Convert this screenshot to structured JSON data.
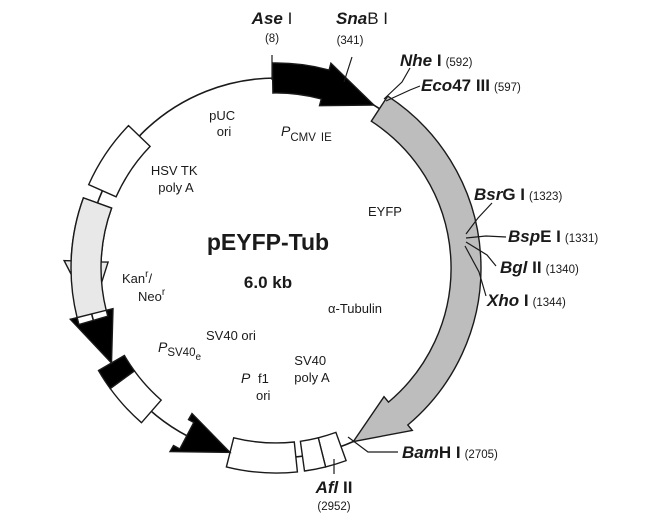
{
  "plasmid": {
    "name": "pEYFP-Tub",
    "size": "6.0 kb"
  },
  "colors": {
    "black": "#000000",
    "gray": "#bdbdbd",
    "light": "#e8e8e8",
    "white": "#ffffff",
    "line": "#1a1a1a"
  },
  "features": {
    "puc_ori": [
      "pUC",
      "ori"
    ],
    "hsv_tk": [
      "HSV TK",
      "poly A"
    ],
    "kan_neo": [
      "Kan",
      "r",
      "/",
      "Neo",
      "r"
    ],
    "psv40e": [
      "P",
      "SV40",
      "e"
    ],
    "sv40_ori": "SV40 ori",
    "p_f1": [
      "P",
      "f1",
      "ori"
    ],
    "sv40_polya": [
      "SV40",
      "poly A"
    ],
    "eyfp": "EYFP",
    "tubulin": "α-Tubulin",
    "pcmv": [
      "P",
      "CMV",
      "IE"
    ]
  },
  "sites": {
    "ase1": {
      "italic": "Ase",
      "rest": " I",
      "pos": "(8)"
    },
    "snab1": {
      "italic": "Sna",
      "rest": "B I",
      "pos": "(341)"
    },
    "nhe1": {
      "italic": "Nhe",
      "rest": " I",
      "pos": "(592)"
    },
    "eco47": {
      "italic": "Eco",
      "rest": "47 III",
      "pos": "(597)"
    },
    "bsrg1": {
      "italic": "Bsr",
      "rest": "G I",
      "pos": "(1323)"
    },
    "bspe1": {
      "italic": "Bsp",
      "rest": "E I",
      "pos": "(1331)"
    },
    "bgl2": {
      "italic": "Bgl",
      "rest": " II",
      "pos": "(1340)"
    },
    "xho1": {
      "italic": "Xho",
      "rest": " I",
      "pos": "(1344)"
    },
    "bamh1": {
      "italic": "Bam",
      "rest": "H I",
      "pos": "(2705)"
    },
    "afl2": {
      "italic": "Afl",
      "rest": " II",
      "pos": "(2952)"
    }
  }
}
